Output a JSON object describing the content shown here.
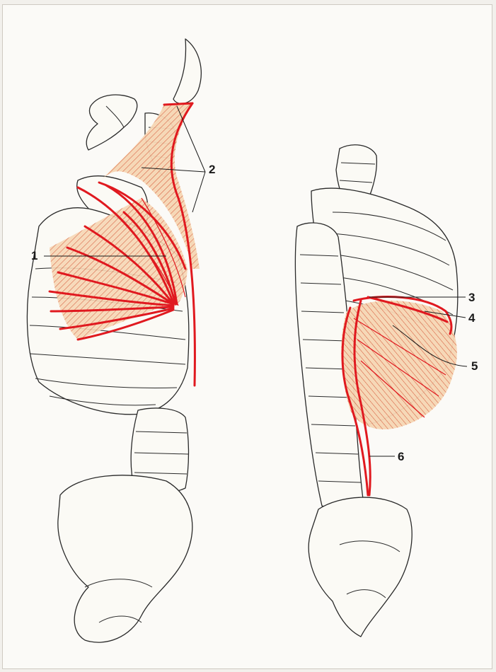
{
  "colors": {
    "muscle": "#e0191f",
    "muscle_fill": "#f3c79a",
    "bone_outline": "#2a2a2a",
    "bone_fill": "#fbfaf5",
    "background": "#fbfaf7"
  },
  "callouts": [
    {
      "label": "1",
      "view": "left"
    },
    {
      "label": "2",
      "view": "left"
    },
    {
      "label": "3",
      "view": "right"
    },
    {
      "label": "4",
      "view": "right"
    },
    {
      "label": "5",
      "view": "right"
    },
    {
      "label": "6",
      "view": "right"
    }
  ]
}
